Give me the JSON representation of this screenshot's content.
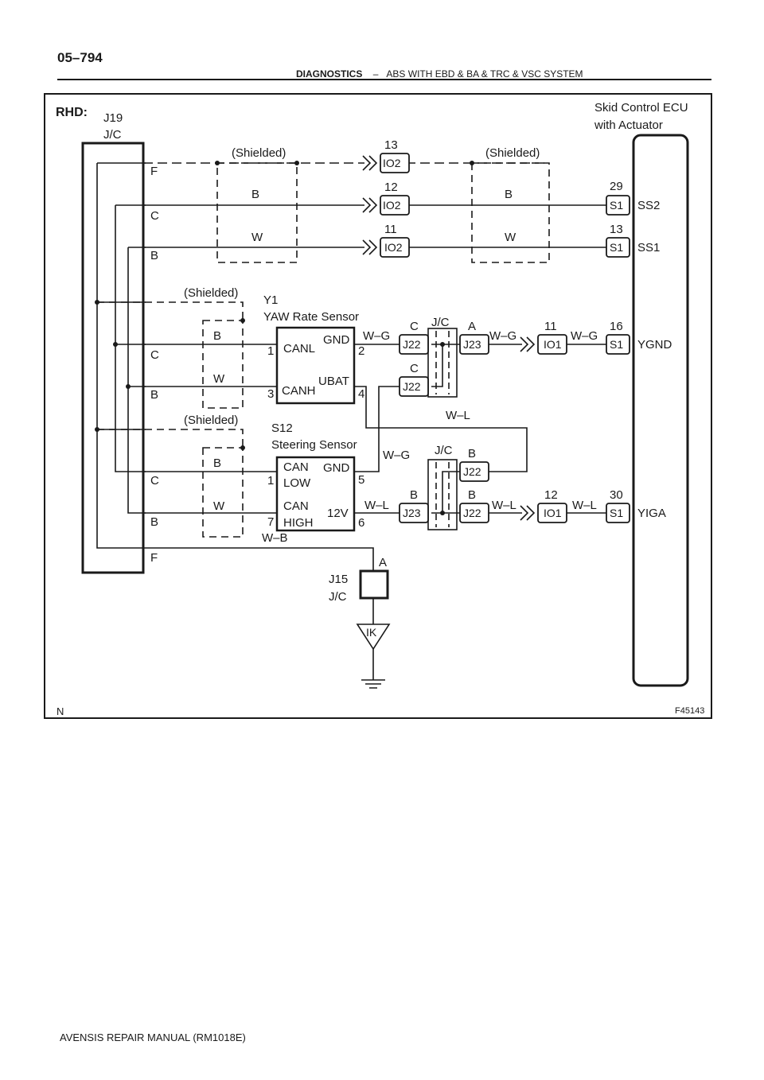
{
  "header": {
    "page": "05–794",
    "section": "DIAGNOSTICS",
    "dash": "–",
    "subtitle": "ABS WITH EBD & BA & TRC & VSC SYSTEM"
  },
  "footer": "AVENSIS REPAIR MANUAL   (RM1018E)",
  "diagram": {
    "rhd": "RHD:",
    "figure_id": "F45143",
    "corner": "N",
    "j19": {
      "name": "J19",
      "type": "J/C",
      "pins": [
        "F",
        "C",
        "B",
        "C",
        "B",
        "C",
        "B",
        "F"
      ]
    },
    "ecu": {
      "line1": "Skid Control ECU",
      "line2": "with Actuator",
      "pins": [
        {
          "num": "29",
          "conn": "S1",
          "name": "SS2"
        },
        {
          "num": "13",
          "conn": "S1",
          "name": "SS1"
        },
        {
          "num": "16",
          "conn": "S1",
          "name": "YGND"
        },
        {
          "num": "30",
          "conn": "S1",
          "name": "YIGA"
        }
      ]
    },
    "shielded": "(Shielded)",
    "io2": [
      {
        "num": "13",
        "conn": "IO2"
      },
      {
        "num": "12",
        "conn": "IO2"
      },
      {
        "num": "11",
        "conn": "IO2"
      }
    ],
    "wire_colors": {
      "b": "B",
      "w": "W",
      "wg": "W–G",
      "wl": "W–L",
      "wb": "W–B"
    },
    "yaw": {
      "id": "Y1",
      "name": "YAW Rate Sensor",
      "canl": "CANL",
      "canh": "CANH",
      "gnd": "GND",
      "ubat": "UBAT",
      "p1": "1",
      "p3": "3",
      "p2": "2",
      "p4": "4"
    },
    "steer": {
      "id": "S12",
      "name": "Steering Sensor",
      "can_low_1": "CAN",
      "can_low_2": "LOW",
      "can_high_1": "CAN",
      "can_high_2": "HIGH",
      "gnd": "GND",
      "v12": "12V",
      "p1": "1",
      "p7": "7",
      "p5": "5",
      "p6": "6"
    },
    "jc": "J/C",
    "j22": "J22",
    "j23": "J23",
    "io1": [
      {
        "num": "11",
        "conn": "IO1"
      },
      {
        "num": "12",
        "conn": "IO1"
      }
    ],
    "letters": {
      "a": "A",
      "b": "B",
      "c": "C"
    },
    "j15": {
      "name": "J15",
      "type": "J/C",
      "pin": "A"
    },
    "ground": "IK"
  }
}
